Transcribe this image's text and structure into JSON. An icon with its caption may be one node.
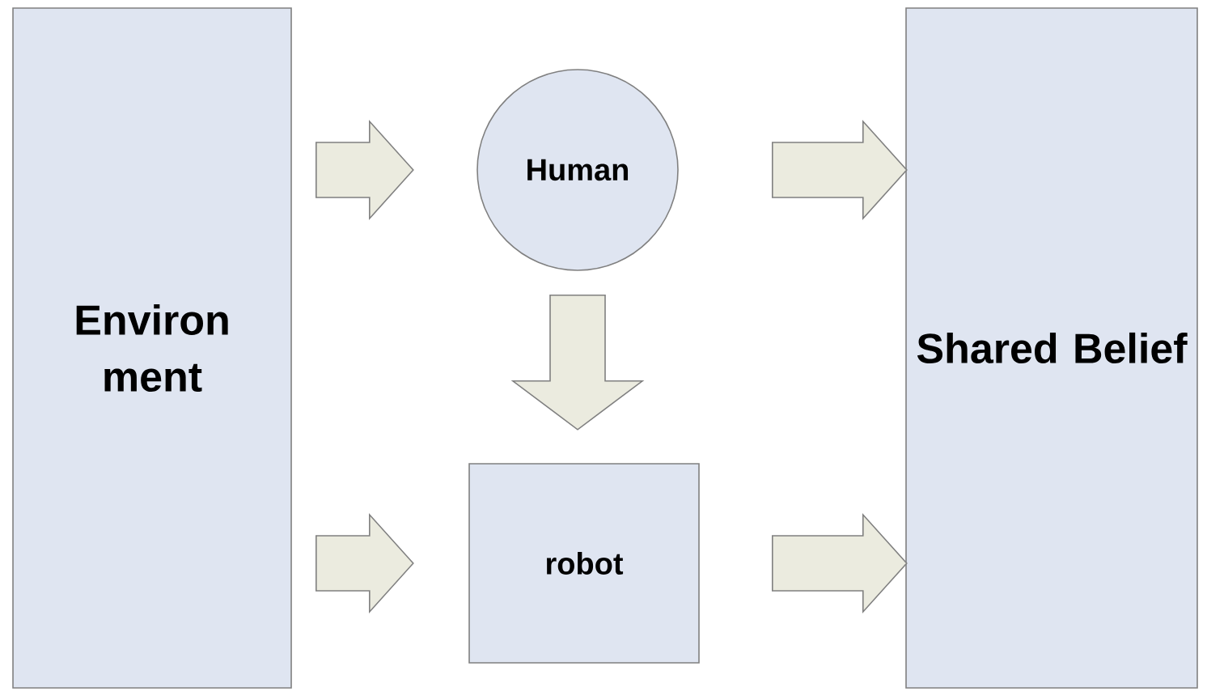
{
  "diagram": {
    "nodes": [
      {
        "text": [
          "Environ ment"
        ]
      },
      {
        "text": [
          "Human"
        ]
      },
      {
        "text": [
          "robot"
        ]
      },
      {
        "text": [
          "Shared Belief"
        ]
      }
    ],
    "edges": [
      {
        "from": 0,
        "to": 1,
        "arrow": "to"
      },
      {
        "from": 0,
        "to": 2,
        "arrow": "to"
      },
      {
        "from": 1,
        "to": 3,
        "arrow": "to"
      },
      {
        "from": 1,
        "to": 2,
        "arrow": "to"
      },
      {
        "from": 2,
        "to": 3,
        "arrow": "to"
      }
    ]
  }
}
